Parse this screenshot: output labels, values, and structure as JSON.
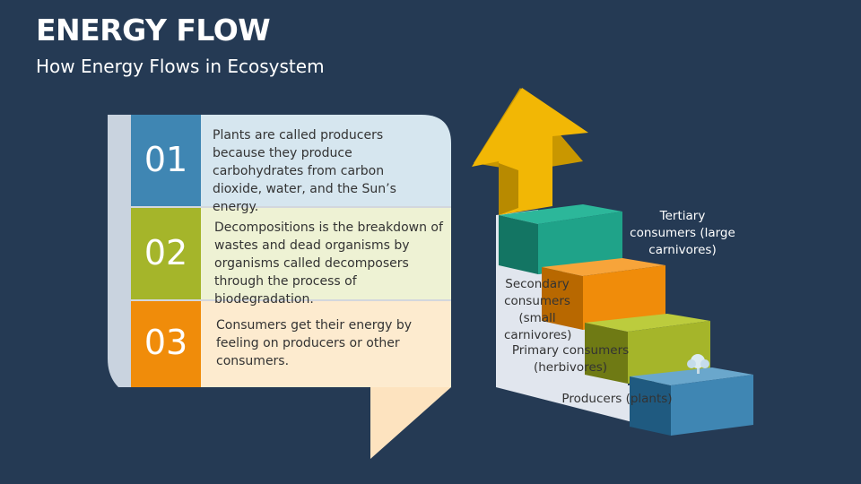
{
  "header": {
    "title": "ENERGY FLOW",
    "subtitle": "How Energy Flows in Ecosystem"
  },
  "steps": [
    {
      "number": "01",
      "text": "Plants are called producers because they produce carbohydrates from carbon dioxide, water, and the Sun’s energy.",
      "color": "#3f86b3",
      "bg": "#d6e6ef"
    },
    {
      "number": "02",
      "text": "Decompositions is the breakdown of wastes and dead organisms by organisms called decomposers through the process of biodegradation.",
      "color": "#a5b52a",
      "bg": "#eef2d4"
    },
    {
      "number": "03",
      "text": "Consumers get their energy by feeling on producers or other consumers.",
      "color": "#f08c0a",
      "bg": "#fdebcf"
    }
  ],
  "staircase": {
    "labels": {
      "tertiary": "Tertiary consumers (large carnivores)",
      "secondary": "Secondary consumers (small carnivores)",
      "primary": "Primary consumers (herbivores)",
      "producers": "Producers (plants)"
    },
    "colors": {
      "arrow": "#f2b705",
      "teal": "#1fa389",
      "orange": "#f08c0a",
      "green": "#a5b52a",
      "blue": "#3f86b3"
    }
  }
}
